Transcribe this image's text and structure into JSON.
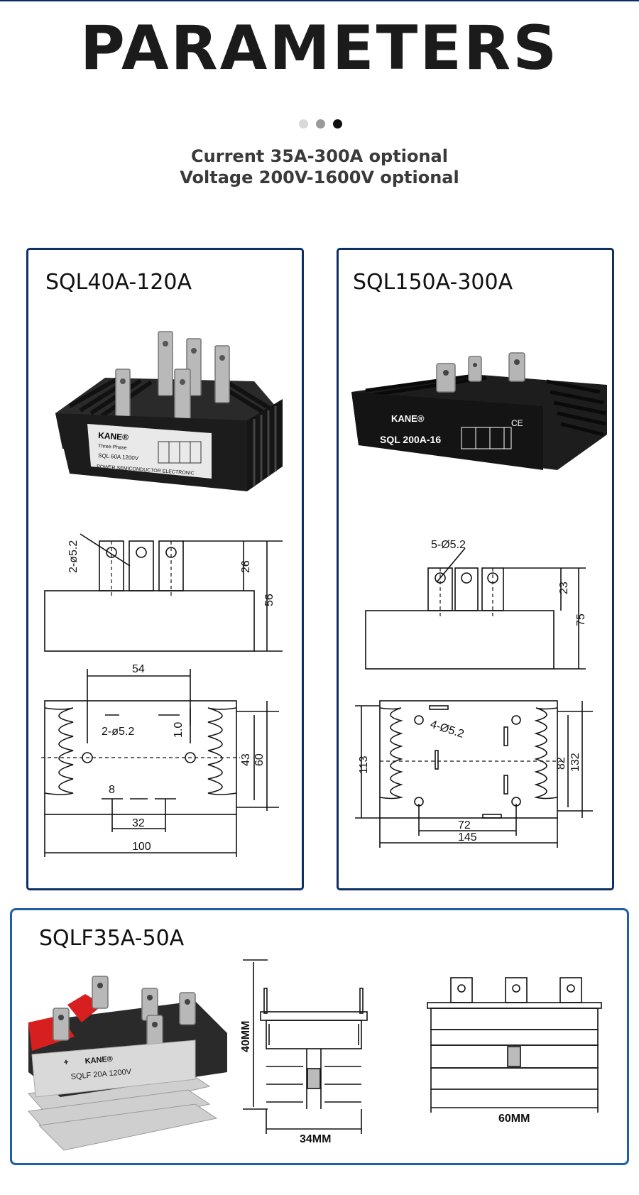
{
  "header": {
    "title": "PARAMETERS",
    "line1": "Current 35A-300A optional",
    "line2": "Voltage 200V-1600V optional",
    "dots": [
      "#d9d9d9",
      "#9a9a9a",
      "#111111"
    ]
  },
  "colors": {
    "border": "#0d2f63",
    "accent": "#1f5fa8"
  },
  "panel1": {
    "title": "SQL40A-120A",
    "product": {
      "brand": "KANE®",
      "subtitle": "Three-Phase",
      "model": "SQL 60A 1200V",
      "footer": "POWER SEMICONDUCTOR ELECTRONIC"
    },
    "dims": {
      "hole": "2-ø5.2",
      "h_top": "26",
      "h_total": "56",
      "w_holes": "54",
      "hole2": "2-ø5.2",
      "gap": "1.0",
      "tab": "8",
      "h_inner": "43",
      "h_outer": "60",
      "pitch": "32",
      "w_total": "100"
    }
  },
  "panel2": {
    "title": "SQL150A-300A",
    "product": {
      "brand": "KANE®",
      "model": "SQL 200A-16",
      "mark": "CE"
    },
    "dims": {
      "hole": "5-Ø5.2",
      "h_top": "23",
      "h_total": "75",
      "h_body": "113",
      "hole2": "4-Ø5.2",
      "h_inner": "82",
      "h_outer": "132",
      "w_holes": "72",
      "w_total": "145"
    }
  },
  "panel3": {
    "title": "SQLF35A-50A",
    "product": {
      "brand": "KANE®",
      "model": "SQLF 20A 1200V",
      "plus": "+",
      "minus": "−"
    },
    "dims": {
      "height": "40MM",
      "width_side": "34MM",
      "width_front": "60MM"
    }
  }
}
